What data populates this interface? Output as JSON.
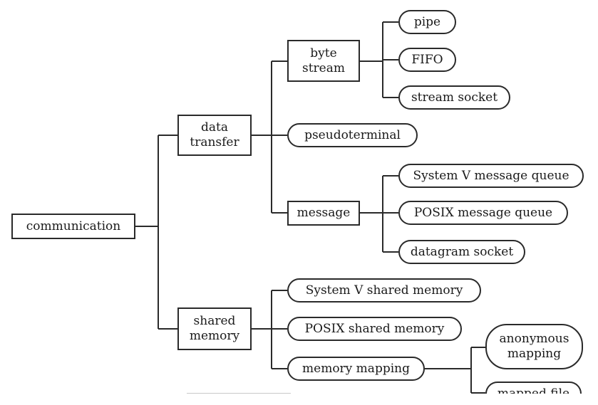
{
  "diagram": {
    "root": {
      "label": "communication"
    },
    "data_transfer": {
      "label": "data\ntransfer"
    },
    "byte_stream": {
      "label": "byte\nstream"
    },
    "pipe": {
      "label": "pipe"
    },
    "fifo": {
      "label": "FIFO"
    },
    "stream_socket": {
      "label": "stream socket"
    },
    "pseudoterminal": {
      "label": "pseudoterminal"
    },
    "message": {
      "label": "message"
    },
    "sysv_msg": {
      "label": "System V message queue"
    },
    "posix_msg": {
      "label": "POSIX message queue"
    },
    "datagram_socket": {
      "label": "datagram socket"
    },
    "shared_memory": {
      "label": "shared\nmemory"
    },
    "sysv_shm": {
      "label": "System V shared memory"
    },
    "posix_shm": {
      "label": "POSIX shared memory"
    },
    "memory_mapping": {
      "label": "memory mapping"
    },
    "anonymous_mapping": {
      "label": "anonymous\nmapping"
    },
    "mapped_file": {
      "label": "mapped file"
    }
  }
}
